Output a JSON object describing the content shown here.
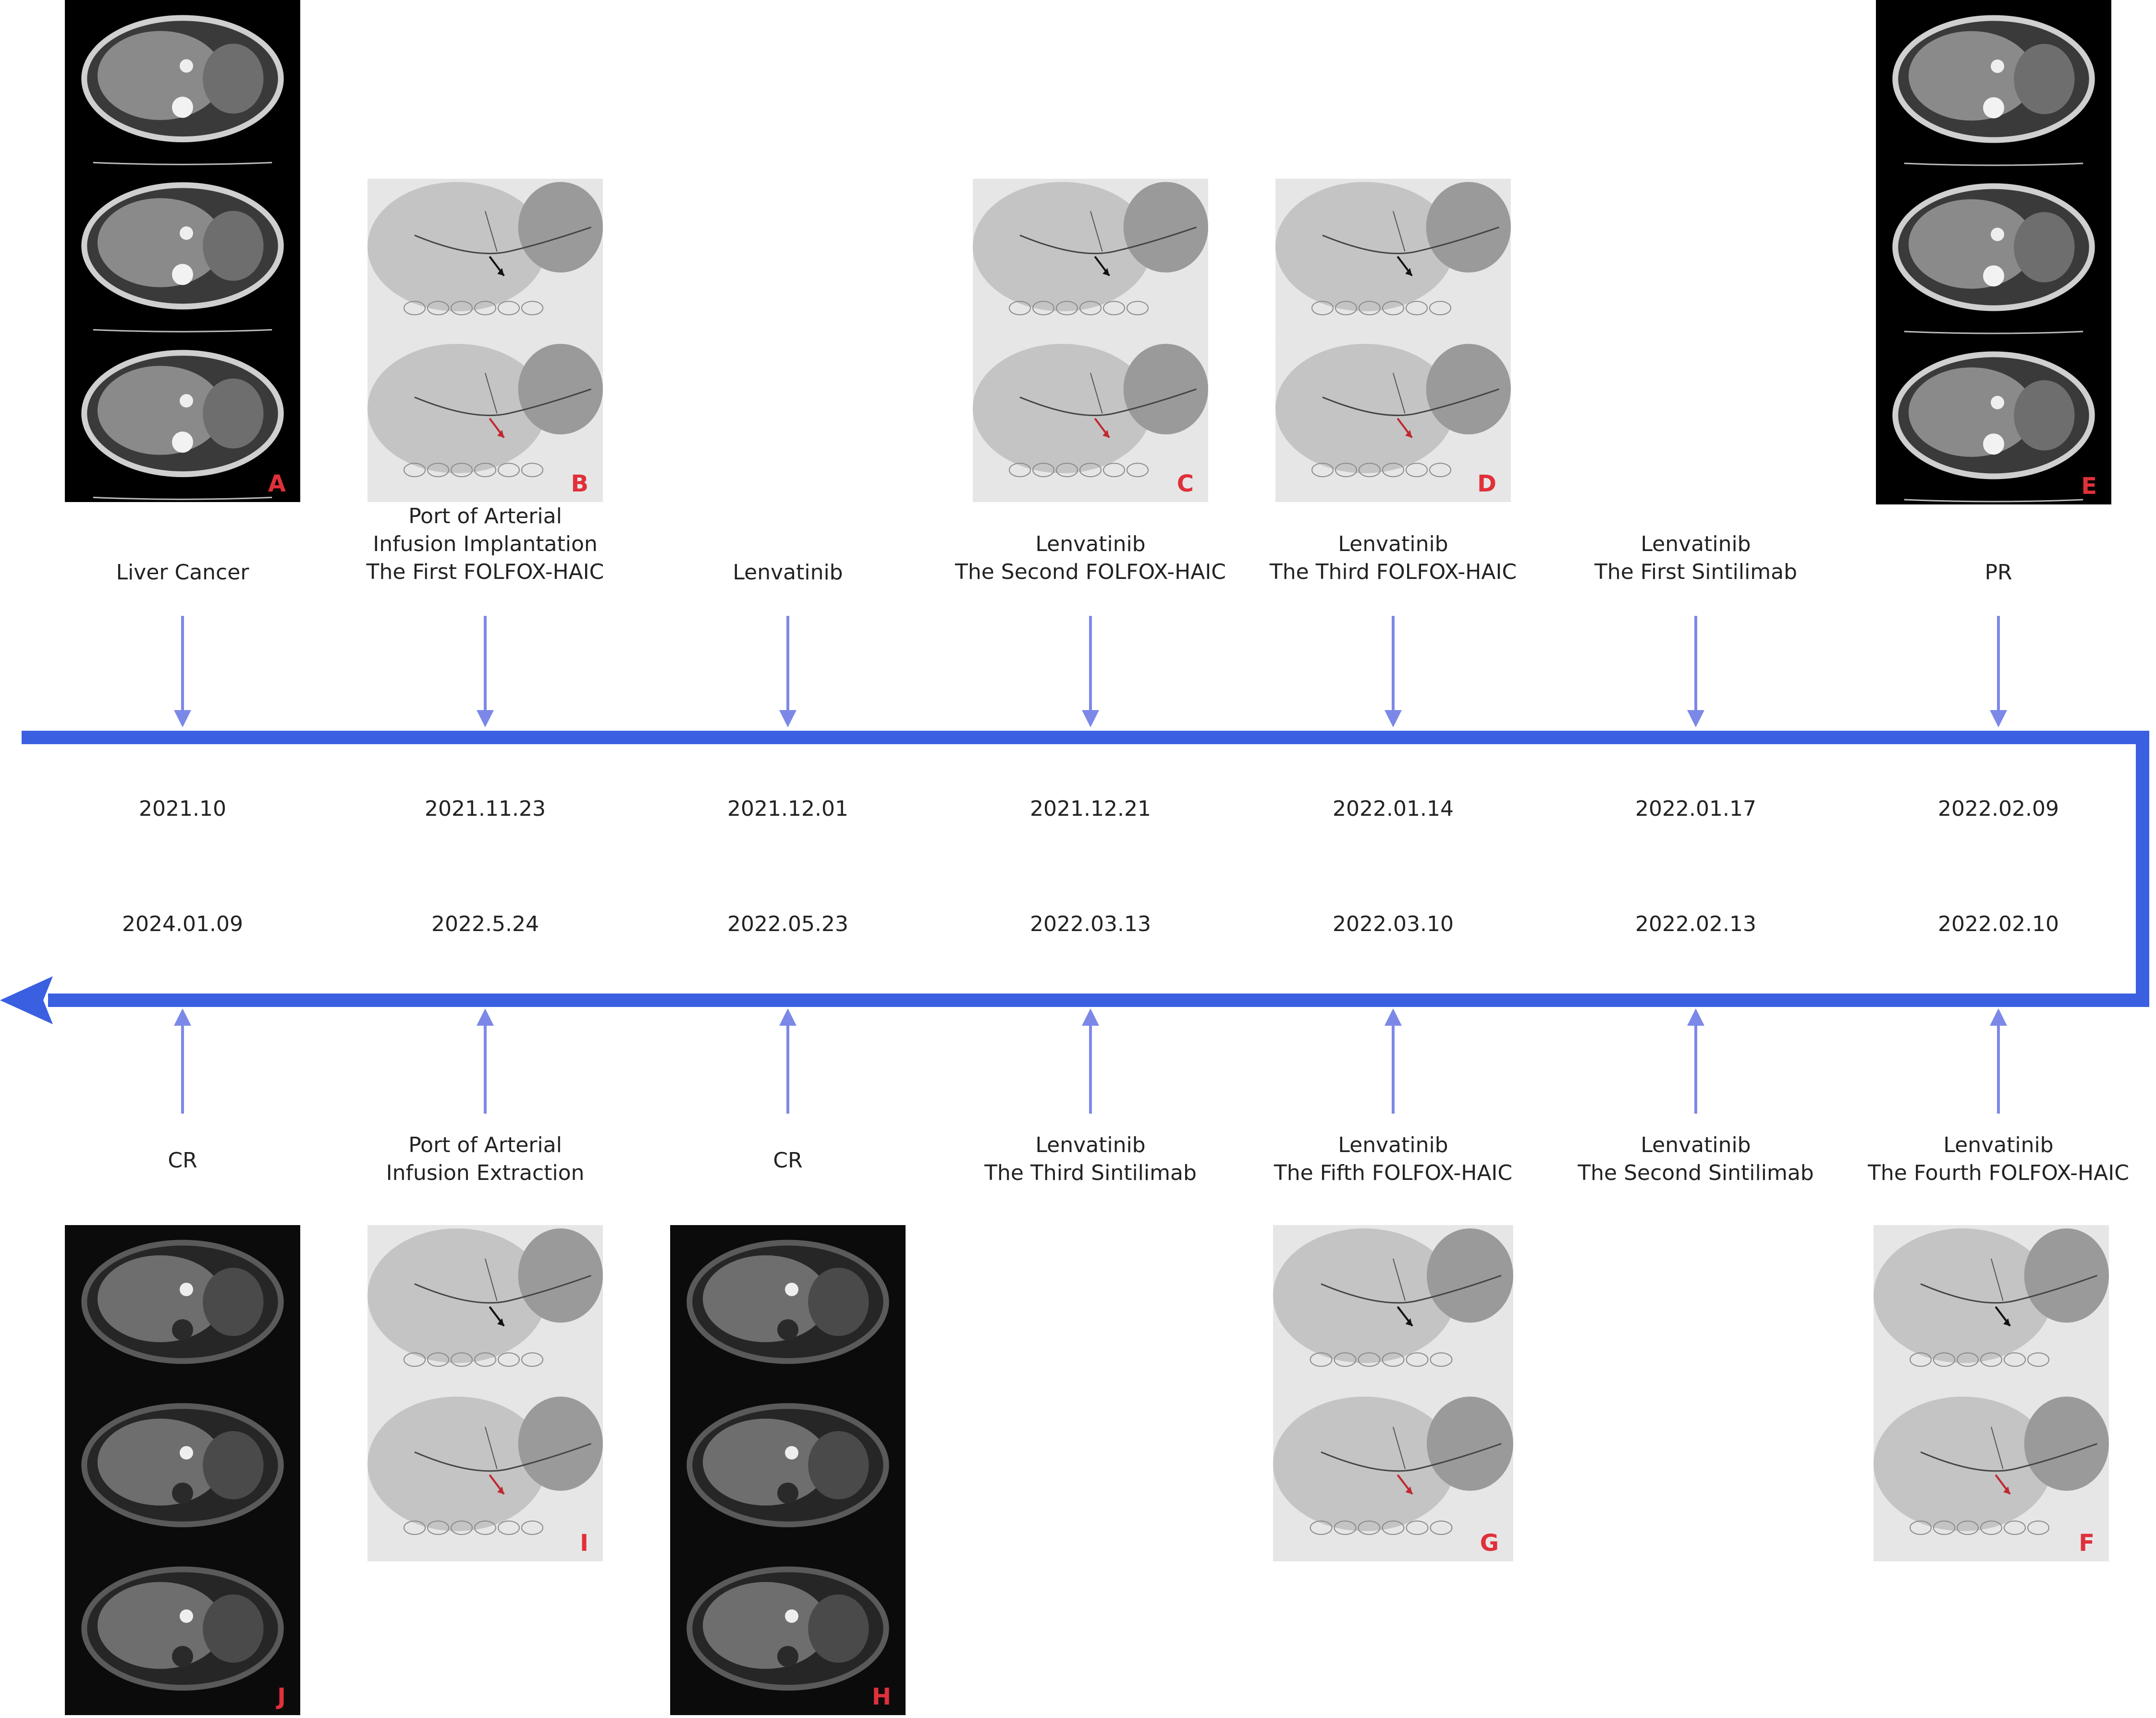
{
  "colors": {
    "timeline": "#3a5fe0",
    "arrow": "#7c88e8",
    "panel_letter": "#e0303a"
  },
  "top_events": [
    {
      "lines": [
        "Liver Cancer"
      ],
      "date": "2021.10",
      "image": {
        "letter": "A",
        "kind": "ct"
      }
    },
    {
      "lines": [
        "Port of Arterial",
        "Infusion Implantation",
        "The First FOLFOX-HAIC"
      ],
      "date": "2021.11.23",
      "image": {
        "letter": "B",
        "kind": "angiogram"
      }
    },
    {
      "lines": [
        "Lenvatinib"
      ],
      "date": "2021.12.01",
      "image": null
    },
    {
      "lines": [
        "Lenvatinib",
        "The Second FOLFOX-HAIC"
      ],
      "date": "2021.12.21",
      "image": {
        "letter": "C",
        "kind": "angiogram"
      }
    },
    {
      "lines": [
        "Lenvatinib",
        "The Third FOLFOX-HAIC"
      ],
      "date": "2022.01.14",
      "image": {
        "letter": "D",
        "kind": "angiogram"
      }
    },
    {
      "lines": [
        "Lenvatinib",
        "The First Sintilimab"
      ],
      "date": "2022.01.17",
      "image": null
    },
    {
      "lines": [
        "PR"
      ],
      "date": "2022.02.09",
      "image": {
        "letter": "E",
        "kind": "ct"
      }
    }
  ],
  "bottom_events": [
    {
      "lines": [
        "CR"
      ],
      "date": "2024.01.09",
      "image": {
        "letter": "J",
        "kind": "mri"
      }
    },
    {
      "lines": [
        "Port of Arterial",
        "Infusion Extraction"
      ],
      "date": "2022.5.24",
      "image": {
        "letter": "I",
        "kind": "angiogram"
      }
    },
    {
      "lines": [
        "CR"
      ],
      "date": "2022.05.23",
      "image": {
        "letter": "H",
        "kind": "mri"
      }
    },
    {
      "lines": [
        "Lenvatinib",
        "The Third Sintilimab"
      ],
      "date": "2022.03.13",
      "image": null
    },
    {
      "lines": [
        "Lenvatinib",
        "The Fifth FOLFOX-HAIC"
      ],
      "date": "2022.03.10",
      "image": {
        "letter": "G",
        "kind": "angiogram"
      }
    },
    {
      "lines": [
        "Lenvatinib",
        "The Second Sintilimab"
      ],
      "date": "2022.02.13",
      "image": null
    },
    {
      "lines": [
        "Lenvatinib",
        "The Fourth FOLFOX-HAIC"
      ],
      "date": "2022.02.10",
      "image": {
        "letter": "F",
        "kind": "angiogram"
      }
    }
  ]
}
